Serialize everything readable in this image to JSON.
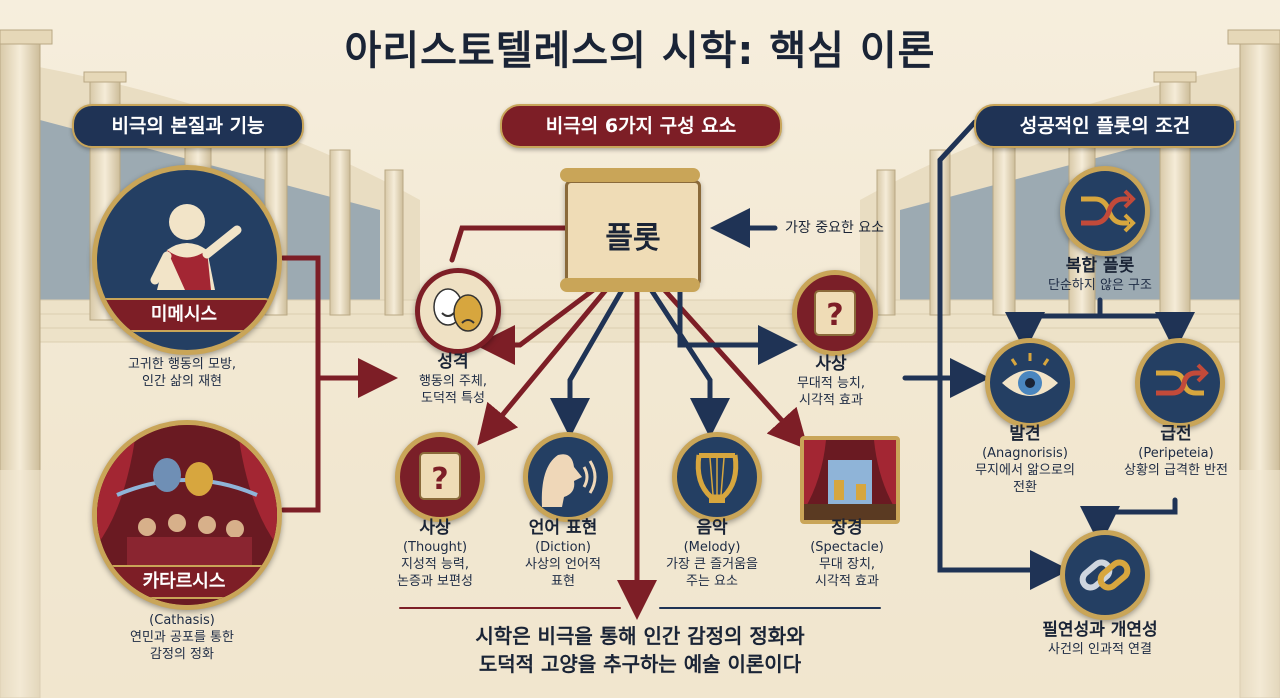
{
  "title": "아리스토텔레스의 시학: 핵심 이론",
  "sections": {
    "left": "비극의 본질과 기능",
    "center": "비극의 6가지 구성 요소",
    "right": "성공적인 플롯의 조건"
  },
  "mimesis": {
    "name": "미메시스",
    "desc_1": "고귀한 행동의 모방,",
    "desc_2": "인간 삶의 재현"
  },
  "catharsis": {
    "name": "카타르시스",
    "sub": "(Cathasis)",
    "desc_1": "연민과 공포를 통한",
    "desc_2": "감정의 정화"
  },
  "plot": {
    "name": "플롯",
    "note": "가장 중요한 요소"
  },
  "character": {
    "name": "성격",
    "desc_1": "행동의 주체,",
    "desc_2": "도덕적 특성"
  },
  "thought_right": {
    "name": "사상",
    "desc_1": "무대적 능치,",
    "desc_2": "시각적 효과"
  },
  "thought": {
    "name": "사상",
    "sub": "(Thought)",
    "desc_1": "지성적 능력,",
    "desc_2": "논증과 보편성"
  },
  "diction": {
    "name": "언어 표현",
    "sub": "(Diction)",
    "desc_1": "사상의 언어적",
    "desc_2": "표현"
  },
  "melody": {
    "name": "음악",
    "sub": "(Melody)",
    "desc_1": "가장 큰 즐거움을",
    "desc_2": "주는 요소"
  },
  "spectacle": {
    "name": "장경",
    "sub": "(Spectacle)",
    "desc_1": "무대 장치,",
    "desc_2": "시각적 효과"
  },
  "complex_plot": {
    "name": "복합 플롯",
    "desc": "단순하지 않은 구조"
  },
  "recognition": {
    "name": "발견",
    "sub": "(Anagnorisis)",
    "desc_1": "무지에서 앎으로의",
    "desc_2": "전환"
  },
  "reversal": {
    "name": "급전",
    "sub": "(Peripeteia)",
    "desc": "상황의 급격한 반전"
  },
  "necessity": {
    "name": "필연성과 개연성",
    "desc": "사건의 인과적 연결"
  },
  "conclusion": {
    "line_1": "시학은 비극을 통해 인간 감정의 정화와",
    "line_2": "도덕적 고양을 추구하는 예술 이론이다"
  },
  "icons": {
    "mimesis": "actor-with-mask-icon",
    "catharsis": "theater-audience-icon",
    "character": "comedy-tragedy-masks-icon",
    "thought": "question-scroll-icon",
    "diction": "speaking-face-icon",
    "melody": "lyre-icon",
    "spectacle": "stage-icon",
    "complex_plot": "shuffle-arrows-icon",
    "recognition": "eye-icon",
    "reversal": "reversal-arrows-icon",
    "necessity": "chain-link-icon"
  },
  "colors": {
    "navy": "#1f3355",
    "red": "#7d1e26",
    "gold": "#c9a558",
    "cream": "#f3ead8"
  }
}
